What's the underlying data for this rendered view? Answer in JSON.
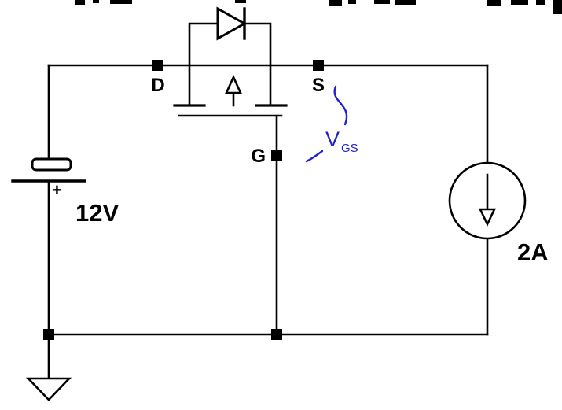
{
  "colors": {
    "wire": "#000000",
    "node": "#000000",
    "annotation": "#2222cc",
    "background": "#ffffff"
  },
  "labels": {
    "drain": "D",
    "source": "S",
    "gate": "G",
    "plus": "+",
    "battery_value": "12V",
    "current_source_value": "2A",
    "vgs_main": "V",
    "vgs_sub": "GS"
  },
  "components": {
    "battery": {
      "type": "dc-voltage-source",
      "value": "12V",
      "polarity_mark": "+"
    },
    "transistor": {
      "type": "mosfet-with-body-diode",
      "terminals": [
        "D",
        "G",
        "S"
      ]
    },
    "body_diode": {
      "type": "diode",
      "orientation": "anode-left"
    },
    "current_source": {
      "type": "dc-current-source",
      "value": "2A",
      "arrow_direction": "down"
    },
    "ground": {
      "type": "ground-triangle"
    },
    "annotation": {
      "text": "VGS",
      "meaning": "gate-source voltage",
      "color": "#2222cc"
    }
  }
}
